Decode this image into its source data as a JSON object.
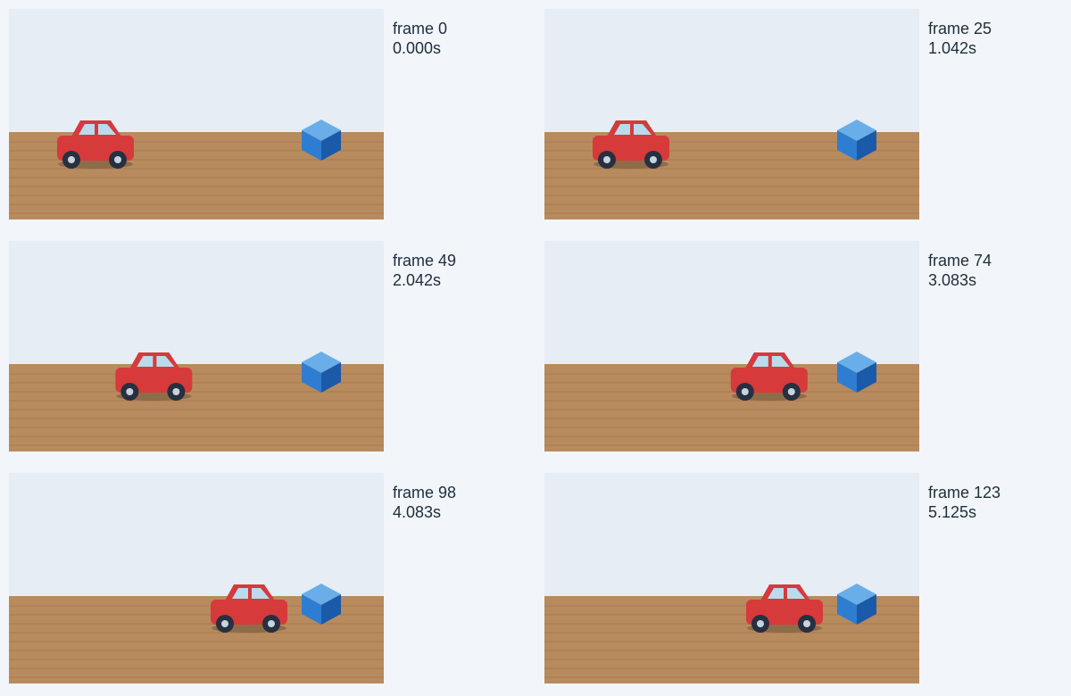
{
  "colors": {
    "background": "#f2f6fa",
    "sky": "#e6edf5",
    "ground": "#b88b5e",
    "ground_line": "#a77a4f",
    "car_body": "#d63a3a",
    "car_window": "#b8dceb",
    "tire": "#263040",
    "hub": "#c9d3de",
    "cube_top": "#6aaee9",
    "cube_left": "#2f7dd1",
    "cube_right": "#1b5aa8",
    "text": "#1f2d3d"
  },
  "frames": [
    {
      "label": "frame 0",
      "time": "0.000s",
      "car_progress": 0.0
    },
    {
      "label": "frame 25",
      "time": "1.042s",
      "car_progress": 0.0
    },
    {
      "label": "frame 49",
      "time": "2.042s",
      "car_progress": 0.38
    },
    {
      "label": "frame 74",
      "time": "3.083s",
      "car_progress": 0.9
    },
    {
      "label": "frame 98",
      "time": "4.083s",
      "car_progress": 1.0
    },
    {
      "label": "frame 123",
      "time": "5.125s",
      "car_progress": 1.0
    }
  ]
}
